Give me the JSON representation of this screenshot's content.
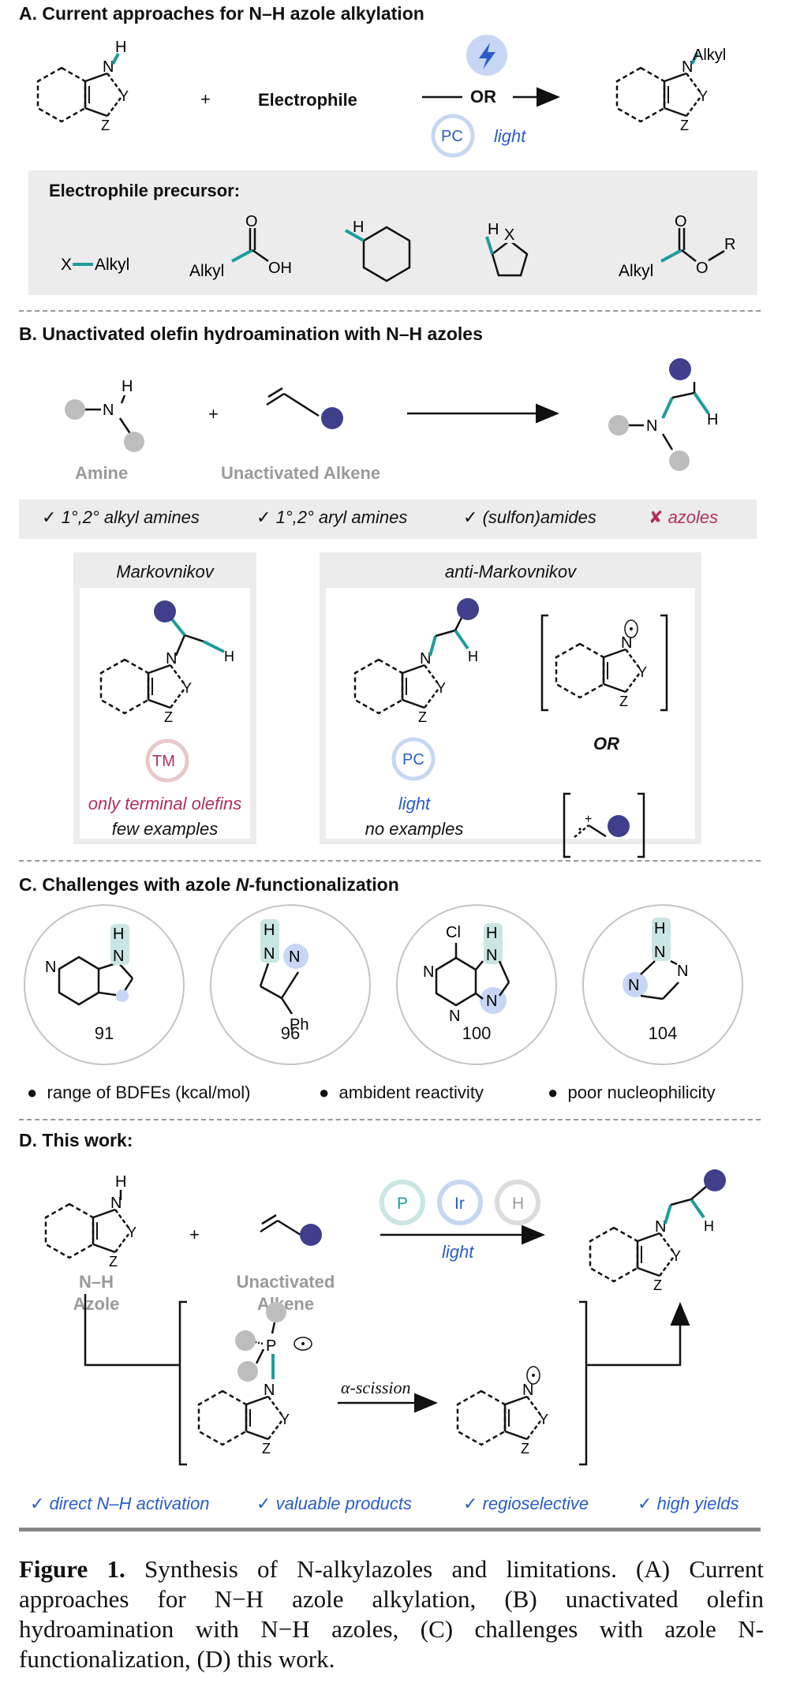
{
  "sectionA": {
    "heading": "A. Current approaches for N–H azole alkylation",
    "plus": "+",
    "electrophile": "Electrophile",
    "or": "OR",
    "pc": "PC",
    "light": "light",
    "alkyl": "Alkyl",
    "precursor_title": "Electrophile precursor:",
    "precursors": {
      "x": "X",
      "xalkyl": "Alkyl",
      "acid_alkyl": "Alkyl",
      "acid_oh": "OH",
      "acid_o": "O",
      "h1": "H",
      "h2": "H",
      "x2": "X",
      "ester_alkyl": "Alkyl",
      "ester_o1": "O",
      "ester_o2": "O",
      "ester_r": "R"
    }
  },
  "sectionB": {
    "heading": "B. Unactivated olefin hydroamination with N–H azoles",
    "amine": "Amine",
    "alkene": "Unactivated Alkene",
    "plus": "+",
    "comparison": [
      {
        "mark": "✓",
        "text": "1°,2° alkyl amines"
      },
      {
        "mark": "✓",
        "text": "1°,2° aryl amines"
      },
      {
        "mark": "✓",
        "text": "(sulfon)amides"
      },
      {
        "mark": "✘",
        "text": "azoles"
      }
    ],
    "markovnikov": {
      "title": "Markovnikov",
      "catalyst": "TM",
      "line1": "only terminal olefins",
      "line2": "few examples"
    },
    "anti": {
      "title": "anti-Markovnikov",
      "catalyst": "PC",
      "line1": "light",
      "line2": "no examples",
      "or": "OR"
    }
  },
  "sectionC": {
    "heading_pre": "C. Challenges with azole ",
    "heading_em": "N",
    "heading_post": "-functionalization",
    "bdfes": [
      "91",
      "96",
      "100",
      "104"
    ],
    "bullets": [
      "range of BDFEs (kcal/mol)",
      "ambident reactivity",
      "poor nucleophilicity"
    ],
    "labels": {
      "ph": "Ph",
      "cl": "Cl"
    }
  },
  "sectionD": {
    "heading": "D. This work:",
    "azole_line1": "N–H",
    "azole_line2": "Azole",
    "alkene_line1": "Unactivated",
    "alkene_line2": "Alkene",
    "plus": "+",
    "cat_p": "P",
    "cat_ir": "Ir",
    "cat_h": "H",
    "light": "light",
    "scission": "α-scission",
    "features": [
      "direct N–H activation",
      "valuable products",
      "regioselective",
      "high yields"
    ]
  },
  "caption": {
    "figure": "Figure 1.",
    "text": "Synthesis of N-alkylazoles and limitations. (A) Current approaches for N−H azole alkylation, (B) unactivated olefin hydroamination with N−H azoles, (C) challenges with azole N-functionalization, (D) this work."
  },
  "colors": {
    "teal": "#1f9c9c",
    "navy": "#3f3f8c",
    "blue": "#2a5cc8",
    "crimson": "#b0305a",
    "gray": "#bdbdbd"
  }
}
